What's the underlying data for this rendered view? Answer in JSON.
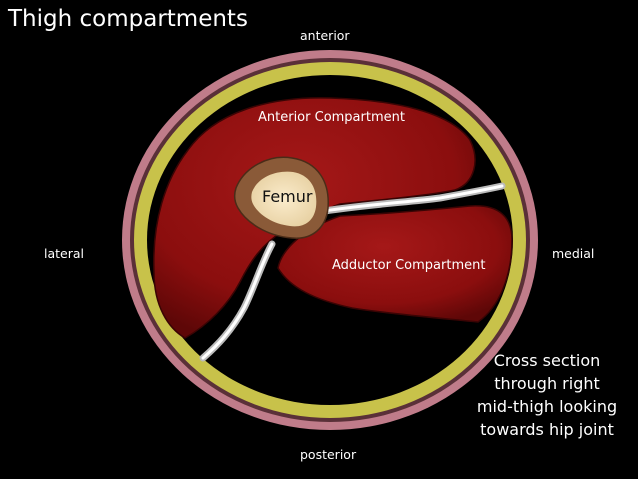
{
  "title": "Thigh compartments",
  "directions": {
    "anterior": "anterior",
    "posterior": "posterior",
    "lateral": "lateral",
    "medial": "medial"
  },
  "compartments": {
    "anterior": "Anterior Compartment",
    "adductor": "Adductor Compartment"
  },
  "bone": {
    "label": "Femur"
  },
  "caption_lines": [
    "Cross section",
    "through right",
    "mid-thigh looking",
    "towards hip joint"
  ],
  "colors": {
    "background": "#000000",
    "skin": "#c07c8a",
    "fat_ring": "#c8c24a",
    "muscle": "#8b0e0e",
    "bone_cortex": "#8a5a38",
    "bone_marrow": "#f0dcb0",
    "septum": "#e8e8e8"
  }
}
